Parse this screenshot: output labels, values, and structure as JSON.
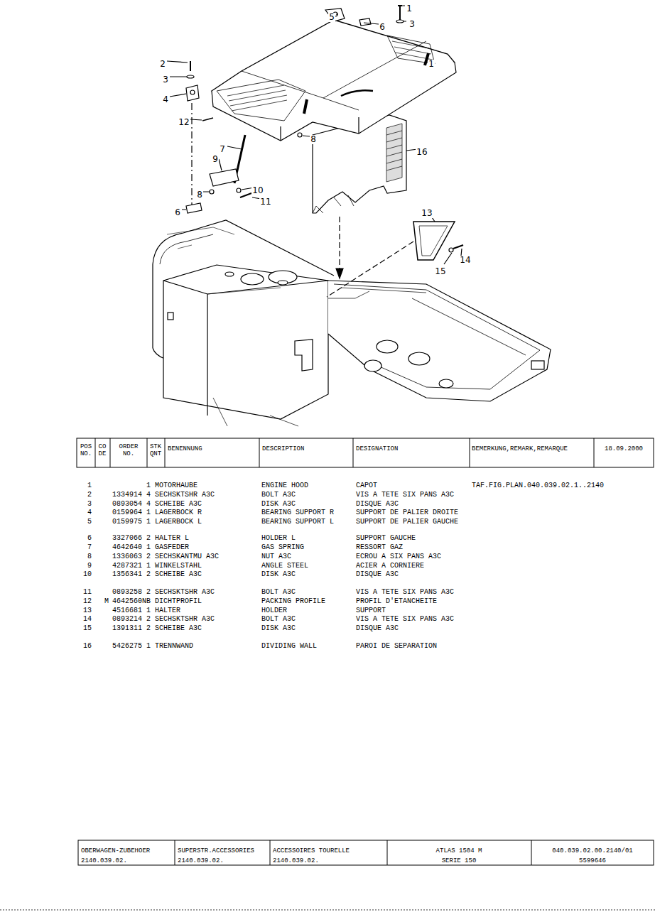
{
  "diagram": {
    "labels": [
      "5",
      "6",
      "1",
      "3",
      "2",
      "3",
      "4",
      "1",
      "12",
      "8",
      "7",
      "16",
      "9",
      "10",
      "8",
      "11",
      "6",
      "13",
      "15",
      "14",
      "POS NO.",
      "CO DE",
      "ORDER NO.",
      "STK QNT",
      "BENENNUNG",
      "DESCRIPTION",
      "DESIGNATION",
      "BEMERKUNG,REMARK,REMARQUE",
      "18.09.2000",
      "1",
      "1",
      "MOTORHAUBE",
      "ENGINE HOOD",
      "CAPOT",
      "TAF.FIG.PLAN.040.039.02.1..2140",
      "2",
      "1334914",
      "4",
      "SECHSKTSHR A3C",
      "BOLT A3C",
      "VIS A TETE SIX PANS A3C",
      "3",
      "0893054",
      "4",
      "SCHEIBE A3C",
      "DISK A3C",
      "DISQUE A3C",
      "4",
      "0159964",
      "1",
      "LAGERBOCK R",
      "BEARING SUPPORT R",
      "SUPPORT DE PALIER DROITE",
      "5",
      "0159975",
      "1",
      "LAGERBOCK L",
      "BEARING SUPPORT L",
      "SUPPORT DE PALIER GAUCHE",
      "6",
      "3327066",
      "2",
      "HALTER L",
      "HOLDER L",
      "SUPPORT GAUCHE",
      "7",
      "4642640",
      "1",
      "GASFEDER",
      "GAS SPRING",
      "RESSORT GAZ",
      "8",
      "1336063",
      "2",
      "SECHSKANTMU A3C",
      "NUT A3C",
      "ECROU A SIX PANS A3C",
      "9",
      "4287321",
      "1",
      "WINKELSTAHL",
      "ANGLE STEEL",
      "ACIER A CORNIERE",
      "10",
      "1356341",
      "2",
      "SCHEIBE A3C",
      "DISK A3C",
      "DISQUE A3C",
      "11",
      "0893258",
      "2",
      "SECHSKTSHR A3C",
      "BOLT A3C",
      "VIS A TETE SIX PANS A3C",
      "12",
      "M",
      "4642560",
      "NB",
      "DICHTPROFIL",
      "PACKING PROFILE",
      "PROFIL D'ETANCHEITE",
      "13",
      "4516681",
      "1",
      "HALTER",
      "HOLDER",
      "SUPPORT",
      "14",
      "0893214",
      "2",
      "SECHSKTSHR A3C",
      "BOLT A3C",
      "VIS A TETE SIX PANS A3C",
      "15",
      "1391311",
      "2",
      "SCHEIBE A3C",
      "DISK A3C",
      "DISQUE A3C",
      "16",
      "5426275",
      "1",
      "TRENNWAND",
      "DIVIDING WALL",
      "PAROI DE SEPARATION",
      "OBERWAGEN-ZUBEHOER",
      "2140.039.02.",
      "SUPERSTR.ACCESSORIES",
      "2140.039.02.",
      "ACCESSOIRES TOURELLE",
      "2140.039.02.",
      "ATLAS 1504 M",
      "SERIE 150",
      "040.039.02.00.2140/01",
      "5599646"
    ]
  }
}
